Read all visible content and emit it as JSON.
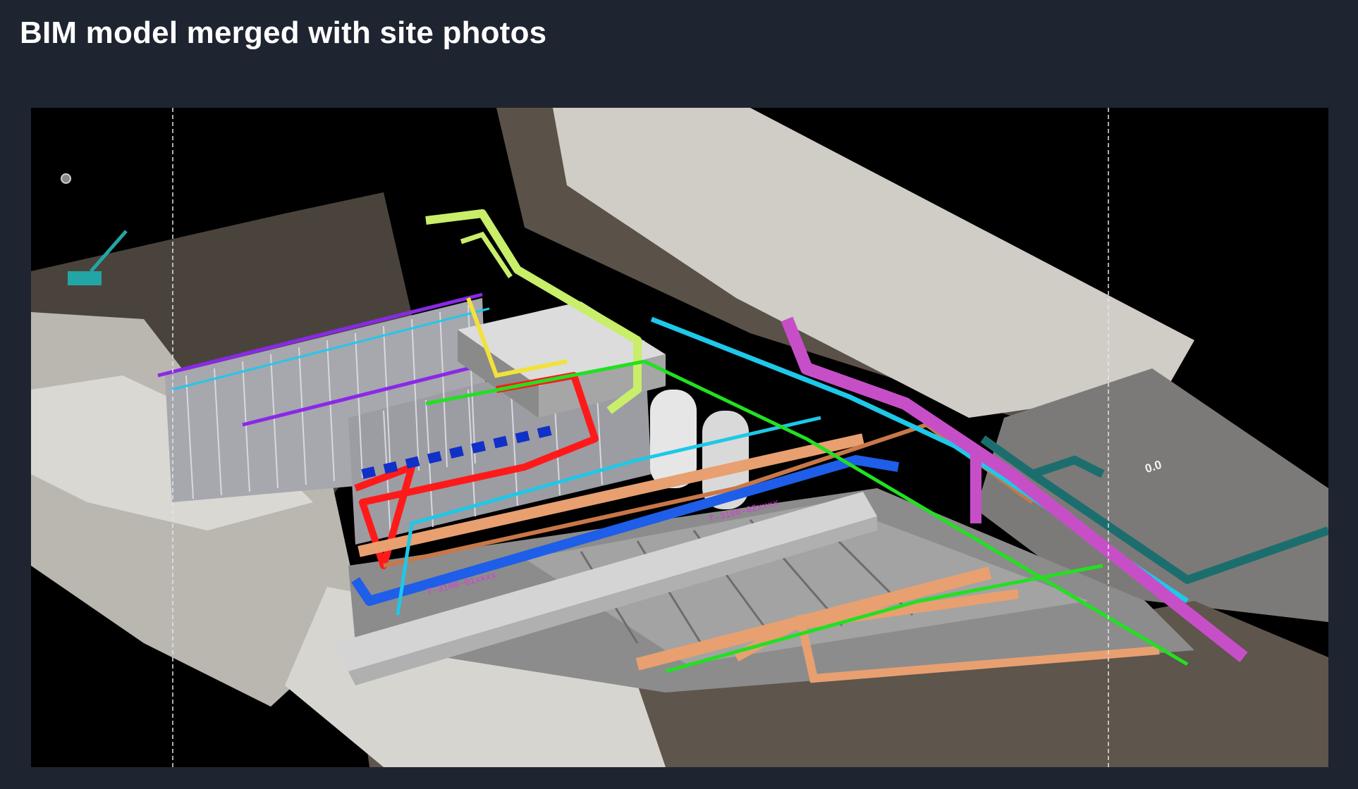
{
  "slide": {
    "title": "BIM model merged with site photos"
  },
  "viewport": {
    "pipe_labels": [
      "T-3100-01xxxx",
      "T-3100-02xxxx"
    ],
    "slab_label": "0.0"
  },
  "colors": {
    "background": "#1e2430",
    "viewport": "#000000",
    "pipe_magenta": "#c64fc8",
    "pipe_orange": "#e8a070",
    "pipe_blue": "#1e5ee8",
    "pipe_red": "#ff1a1a",
    "pipe_green": "#22e022",
    "pipe_cyan": "#1ec8e8",
    "pipe_purple": "#8a28e8",
    "pipe_yellow_green": "#c8ee6a",
    "pipe_teal": "#1c6e6e"
  }
}
